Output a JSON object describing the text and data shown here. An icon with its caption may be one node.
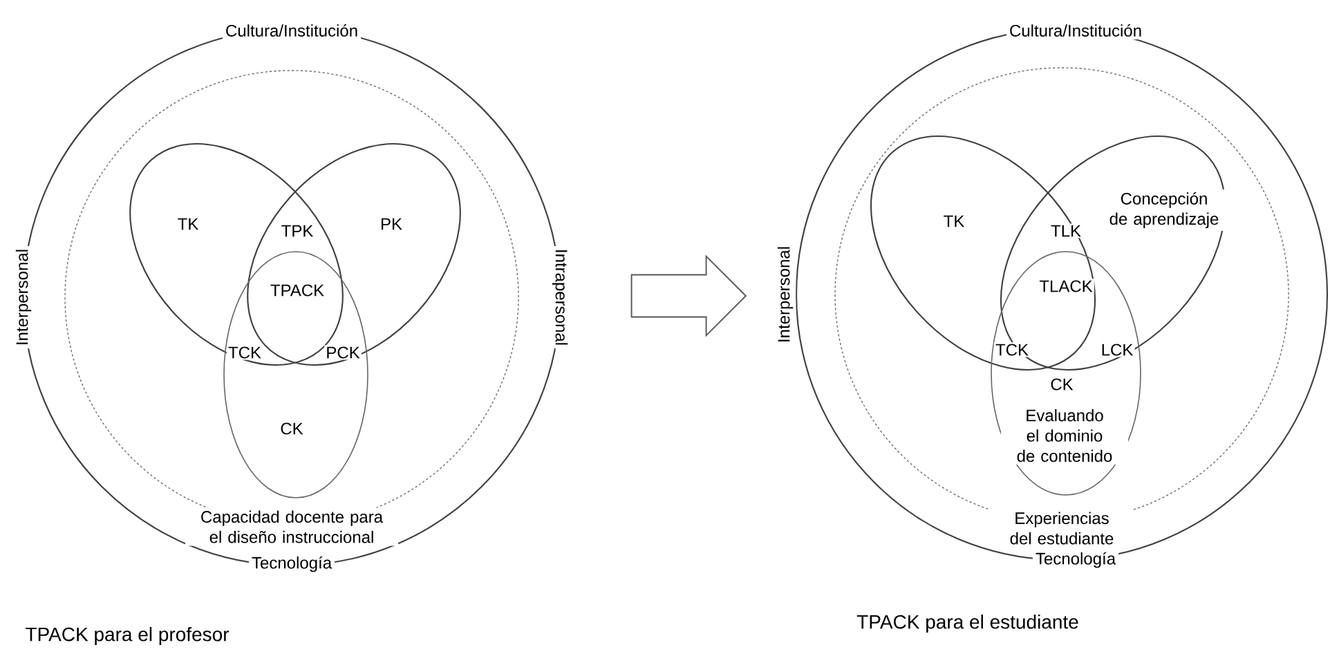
{
  "diagram": {
    "nodes": [
      {
        "text": [
          "Cultura/Institución",
          "Interpersonal",
          "Intrapersonal",
          "Tecnología"
        ]
      },
      {
        "text": [
          "Capacidad docente para el diseño instruccional"
        ],
        "in": 0
      },
      {
        "text": [
          "TK"
        ],
        "in": 1
      },
      {
        "text": [
          "PK"
        ],
        "in": 1
      },
      {
        "text": [
          "CK"
        ],
        "in": 1
      },
      {
        "text": [
          "Cultura/Institución",
          "Interpersonal",
          "Tecnología"
        ]
      },
      {
        "text": [
          "Experiencias del estudiante"
        ],
        "in": 5
      },
      {
        "text": [
          "TK"
        ],
        "in": 6
      },
      {
        "text": [
          "Concepción de aprendizaje"
        ],
        "in": 6
      },
      {
        "text": [
          "CK",
          "Evaluando el dominio de contenido"
        ],
        "in": 6
      }
    ],
    "edges": [
      {
        "from": 0,
        "to": 5,
        "arrow": "to"
      }
    ],
    "labels": [
      "TPK",
      "TPACK",
      "TCK",
      "PCK",
      "TLK",
      "TLACK",
      "TCK",
      "LCK",
      "TPACK para el profesor",
      "TPACK para el estudiante"
    ]
  }
}
